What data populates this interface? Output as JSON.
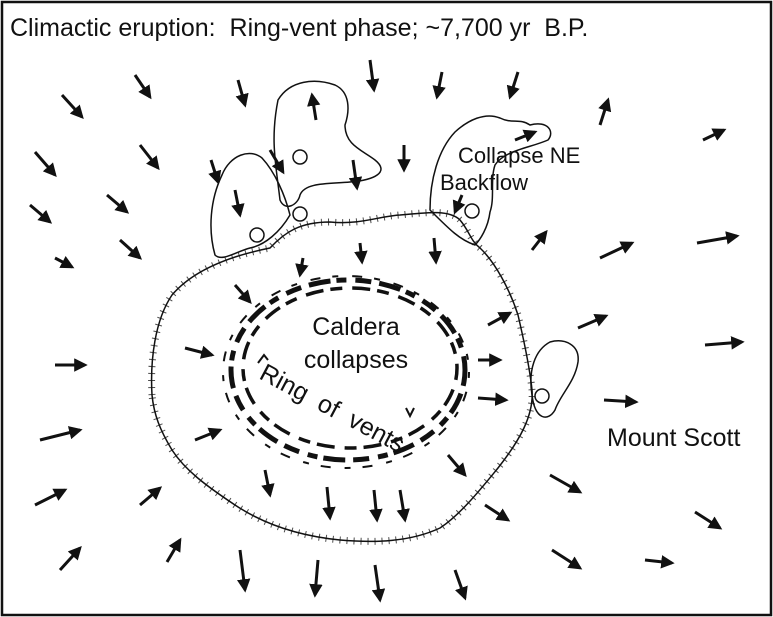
{
  "title": "Climactic eruption:  Ring-vent phase; ~7,700 yr  B.P.",
  "labels": {
    "caldera_line1": "Caldera",
    "caldera_line2": "collapses",
    "ring_of_vents": "Ring  of  vents",
    "collapse_ne": "Collapse NE",
    "backflow": "Backflow",
    "mount_scott": "Mount Scott"
  },
  "colors": {
    "ink": "#111111",
    "background": "#ffffff"
  },
  "icons": {
    "flow_arrow": "arrow-icon",
    "vent_circle": "vent-circle-icon"
  }
}
